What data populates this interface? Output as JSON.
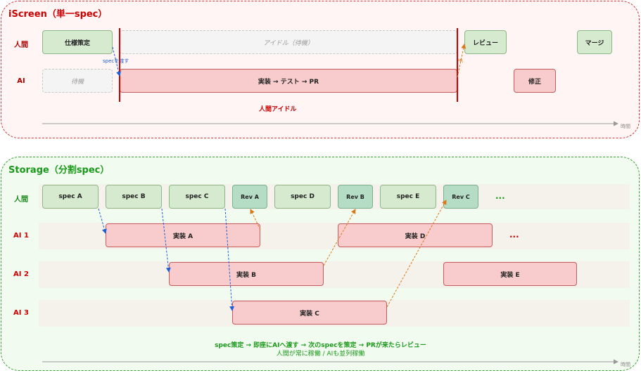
{
  "top": {
    "title": "iScreen（単一spec）",
    "rows": {
      "human": "人間",
      "ai": "AI"
    },
    "boxes": {
      "spec": "仕様策定",
      "idle_human": "アイドル（待機）",
      "review": "レビュー",
      "merge": "マージ",
      "idle_ai": "待機",
      "impl": "実装 → テスト → PR",
      "fix": "修正"
    },
    "handoff_label": "specを渡す",
    "pr_label": "PR",
    "idle_note": "人間アイドル",
    "time_label": "時間"
  },
  "bottom": {
    "title": "Storage（分割spec）",
    "rows": {
      "human": "人間",
      "ai1": "AI 1",
      "ai2": "AI 2",
      "ai3": "AI 3"
    },
    "human_boxes": {
      "spec_a": "spec A",
      "spec_b": "spec B",
      "spec_c": "spec C",
      "rev_a": "Rev A",
      "spec_d": "spec D",
      "rev_b": "Rev B",
      "spec_e": "spec E",
      "rev_c": "Rev C",
      "more": "..."
    },
    "ai_boxes": {
      "impl_a": "実装 A",
      "impl_d": "実装 D",
      "more_ai1": "...",
      "impl_b": "実装 B",
      "impl_e": "実装 E",
      "impl_c": "実装 C"
    },
    "caption_line1": "spec策定 → 即座にAIへ渡す → 次のspecを策定 → PRが来たらレビュー",
    "caption_line2": "人間が常に稼働 / AIも並列稼働",
    "time_label": "時間"
  },
  "colors": {
    "top_accent": "#cc0000",
    "bottom_accent": "#1a9a1a",
    "handoff_arrow": "#1f5fd6",
    "pr_arrow": "#d97a1a"
  }
}
